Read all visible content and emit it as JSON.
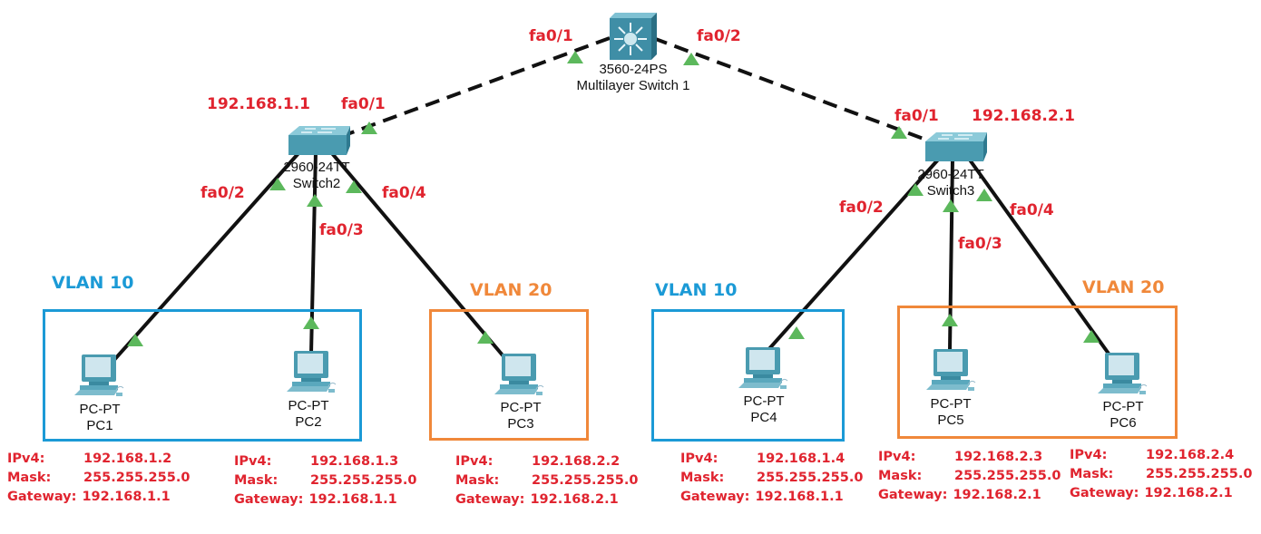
{
  "colors": {
    "label_red": "#e0242f",
    "vlan10_blue": "#1b9ad6",
    "vlan20_orange": "#f0883a",
    "link_up_green": "#5cb85c",
    "device_teal": "#4a9bb0"
  },
  "core": {
    "model": "3560-24PS",
    "name": "Multilayer Switch 1",
    "icon": "multilayer-switch-icon",
    "ports": {
      "left": "fa0/1",
      "right": "fa0/2"
    }
  },
  "switches": [
    {
      "model": "2960-24TT",
      "name": "Switch2",
      "icon": "switch-icon",
      "svi_ip": "192.168.1.1",
      "uplink_port": "fa0/1",
      "access_ports": [
        "fa0/2",
        "fa0/3",
        "fa0/4"
      ]
    },
    {
      "model": "2960-24TT",
      "name": "Switch3",
      "icon": "switch-icon",
      "svi_ip": "192.168.2.1",
      "uplink_port": "fa0/1",
      "access_ports": [
        "fa0/2",
        "fa0/3",
        "fa0/4"
      ]
    }
  ],
  "vlans": [
    {
      "label": "VLAN 10",
      "color": "#1b9ad6"
    },
    {
      "label": "VLAN 20",
      "color": "#f0883a"
    },
    {
      "label": "VLAN 10",
      "color": "#1b9ad6"
    },
    {
      "label": "VLAN 20",
      "color": "#f0883a"
    }
  ],
  "field_labels": {
    "ipv4": "IPv4:",
    "mask": "Mask:",
    "gateway": "Gateway:"
  },
  "pcs": [
    {
      "model": "PC-PT",
      "name": "PC1",
      "ipv4": "192.168.1.2",
      "mask": "255.255.255.0",
      "gateway": "192.168.1.1",
      "vlan": "VLAN 10"
    },
    {
      "model": "PC-PT",
      "name": "PC2",
      "ipv4": "192.168.1.3",
      "mask": "255.255.255.0",
      "gateway": "192.168.1.1",
      "vlan": "VLAN 10"
    },
    {
      "model": "PC-PT",
      "name": "PC3",
      "ipv4": "192.168.2.2",
      "mask": "255.255.255.0",
      "gateway": "192.168.2.1",
      "vlan": "VLAN 20"
    },
    {
      "model": "PC-PT",
      "name": "PC4",
      "ipv4": "192.168.1.4",
      "mask": "255.255.255.0",
      "gateway": "192.168.1.1",
      "vlan": "VLAN 10"
    },
    {
      "model": "PC-PT",
      "name": "PC5",
      "ipv4": "192.168.2.3",
      "mask": "255.255.255.0",
      "gateway": "192.168.2.1",
      "vlan": "VLAN 20"
    },
    {
      "model": "PC-PT",
      "name": "PC6",
      "ipv4": "192.168.2.4",
      "mask": "255.255.255.0",
      "gateway": "192.168.2.1",
      "vlan": "VLAN 20"
    }
  ],
  "links": [
    {
      "from": "Multilayer Switch 1 fa0/1",
      "to": "Switch2 fa0/1",
      "type": "trunk-dashed",
      "status": "up"
    },
    {
      "from": "Multilayer Switch 1 fa0/2",
      "to": "Switch3 fa0/1",
      "type": "trunk-dashed",
      "status": "up"
    },
    {
      "from": "Switch2 fa0/2",
      "to": "PC1",
      "type": "straight",
      "status": "up"
    },
    {
      "from": "Switch2 fa0/3",
      "to": "PC2",
      "type": "straight",
      "status": "up"
    },
    {
      "from": "Switch2 fa0/4",
      "to": "PC3",
      "type": "straight",
      "status": "up"
    },
    {
      "from": "Switch3 fa0/2",
      "to": "PC4",
      "type": "straight",
      "status": "up"
    },
    {
      "from": "Switch3 fa0/3",
      "to": "PC5",
      "type": "straight",
      "status": "up"
    },
    {
      "from": "Switch3 fa0/4",
      "to": "PC6",
      "type": "straight",
      "status": "up"
    }
  ]
}
